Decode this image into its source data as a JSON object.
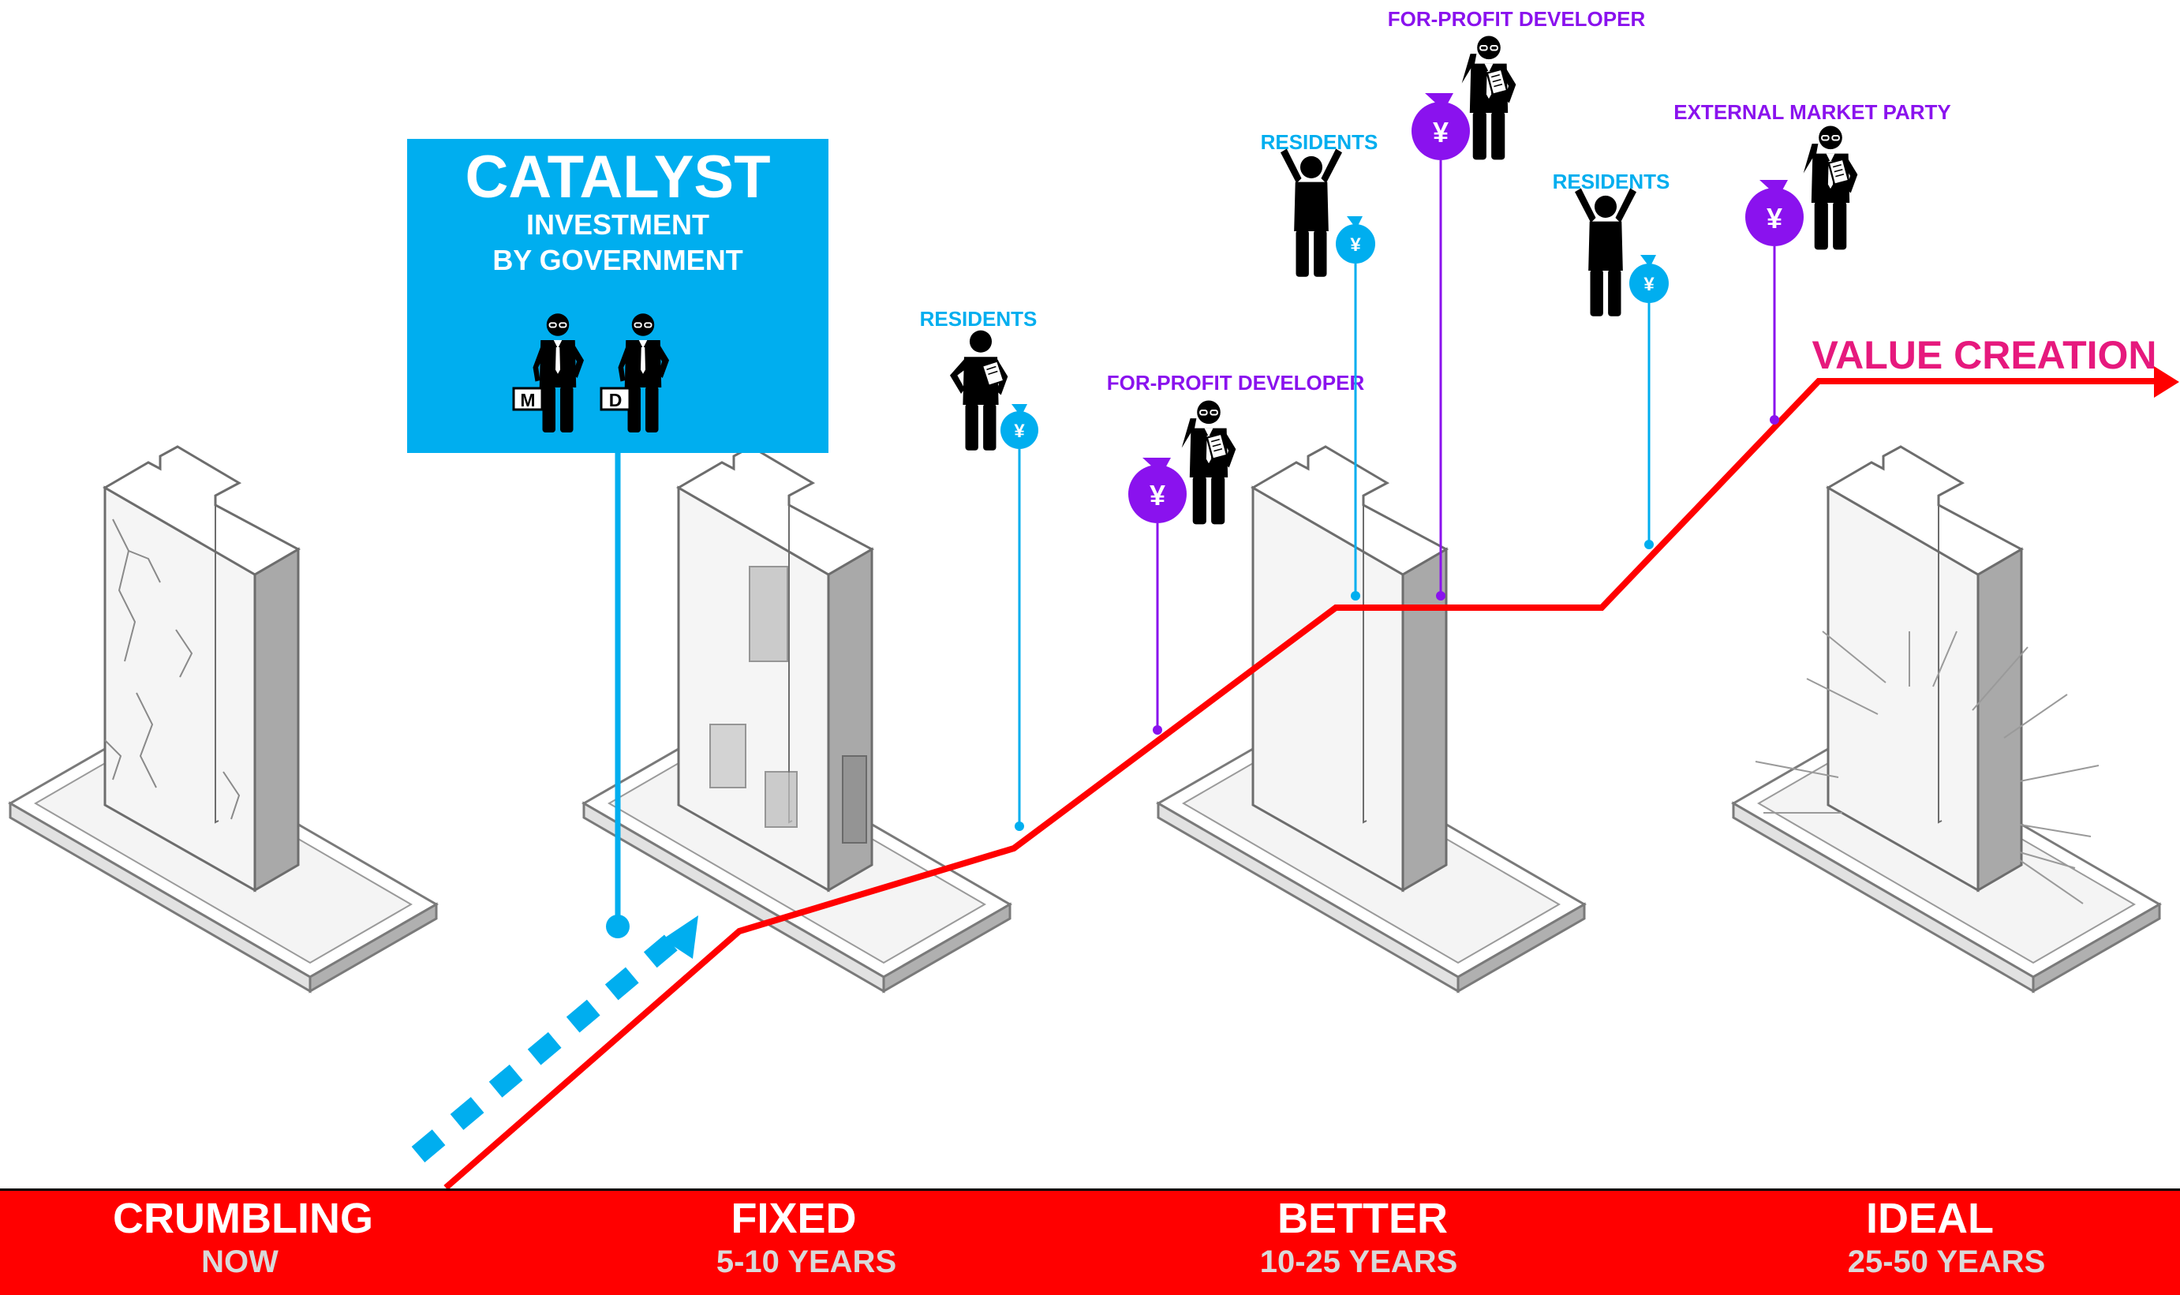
{
  "catalyst": {
    "title": "CATALYST",
    "line1": "INVESTMENT",
    "line2": "BY GOVERNMENT",
    "badges": [
      "M",
      "D"
    ]
  },
  "actors": [
    {
      "id": "residents-1",
      "label": "RESIDENTS",
      "kind": "resident-holding-paper",
      "group": "residents"
    },
    {
      "id": "developer-1",
      "label": "FOR-PROFIT DEVELOPER",
      "kind": "developer",
      "group": "market"
    },
    {
      "id": "residents-2",
      "label": "RESIDENTS",
      "kind": "resident-cheering",
      "group": "residents"
    },
    {
      "id": "developer-2",
      "label": "FOR-PROFIT DEVELOPER",
      "kind": "developer",
      "group": "market"
    },
    {
      "id": "residents-3",
      "label": "RESIDENTS",
      "kind": "resident-cheering",
      "group": "residents"
    },
    {
      "id": "external-party",
      "label": "EXTERNAL MARKET PARTY",
      "kind": "developer",
      "group": "market"
    }
  ],
  "money_symbol": "¥",
  "value_creation_label": "VALUE CREATION",
  "stages": [
    {
      "name": "CRUMBLING",
      "period": "NOW"
    },
    {
      "name": "FIXED",
      "period": "5-10 YEARS"
    },
    {
      "name": "BETTER",
      "period": "10-25 YEARS"
    },
    {
      "name": "IDEAL",
      "period": "25-50 YEARS"
    }
  ],
  "colors": {
    "blue": "#00aeef",
    "purple": "#8a12ee",
    "red": "#ff0000",
    "magenta": "#e6197d",
    "black": "#000000",
    "building_light": "#f2f2f2",
    "building_mid": "#d2d2d2",
    "building_dark": "#a6a6a6"
  },
  "icons": [
    "person-icon",
    "money-bag-icon",
    "building-icon",
    "arrow-icon",
    "radiance-icon"
  ]
}
